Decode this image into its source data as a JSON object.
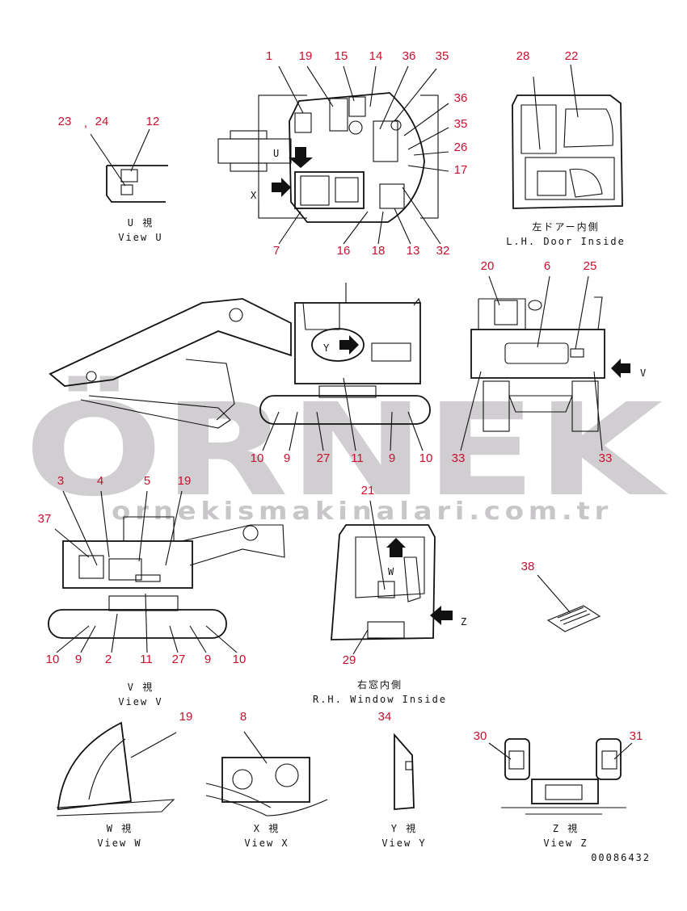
{
  "watermark": {
    "brand": "ÖRNEK",
    "url": "ornekismakinalari.com.tr"
  },
  "views": {
    "top": {},
    "view_u": {
      "caption_jp": "U 視",
      "caption_en": "View U"
    },
    "door": {
      "caption_jp": "左ドアー内側",
      "caption_en": "L.H. Door Inside"
    },
    "side": {},
    "rear": {},
    "view_v": {
      "caption_jp": "V 視",
      "caption_en": "View V"
    },
    "window": {
      "caption_jp": "右窓内側",
      "caption_en": "R.H. Window Inside"
    },
    "view_w": {
      "caption_jp": "W 視",
      "caption_en": "View W"
    },
    "view_x": {
      "caption_jp": "X 視",
      "caption_en": "View X"
    },
    "view_y": {
      "caption_jp": "Y 視",
      "caption_en": "View Y"
    },
    "view_z": {
      "caption_jp": "Z 視",
      "caption_en": "View Z"
    }
  },
  "view_arrows": [
    "U",
    "X",
    "Y",
    "V",
    "W",
    "Z"
  ],
  "part_numbers": {
    "top": [
      "1",
      "19",
      "15",
      "14",
      "36",
      "35",
      "36",
      "35",
      "26",
      "17",
      "7",
      "16",
      "18",
      "13",
      "32"
    ],
    "view_u": [
      "23",
      "24",
      "12"
    ],
    "door": [
      "28",
      "22"
    ],
    "side": [
      "10",
      "9",
      "27",
      "11",
      "9",
      "10"
    ],
    "rear": [
      "20",
      "6",
      "25",
      "33",
      "33"
    ],
    "view_v": [
      "3",
      "4",
      "5",
      "19",
      "37",
      "10",
      "9",
      "2",
      "11",
      "27",
      "9",
      "10"
    ],
    "window": [
      "21",
      "29"
    ],
    "manual": [
      "38"
    ],
    "view_w": [
      "19"
    ],
    "view_x": [
      "8"
    ],
    "view_y": [
      "34"
    ],
    "view_z": [
      "30",
      "31"
    ]
  },
  "drawing_number": "00086432",
  "colors": {
    "callout": "#c8102e",
    "ink": "#111111",
    "watermark": "#c9c6c9"
  }
}
